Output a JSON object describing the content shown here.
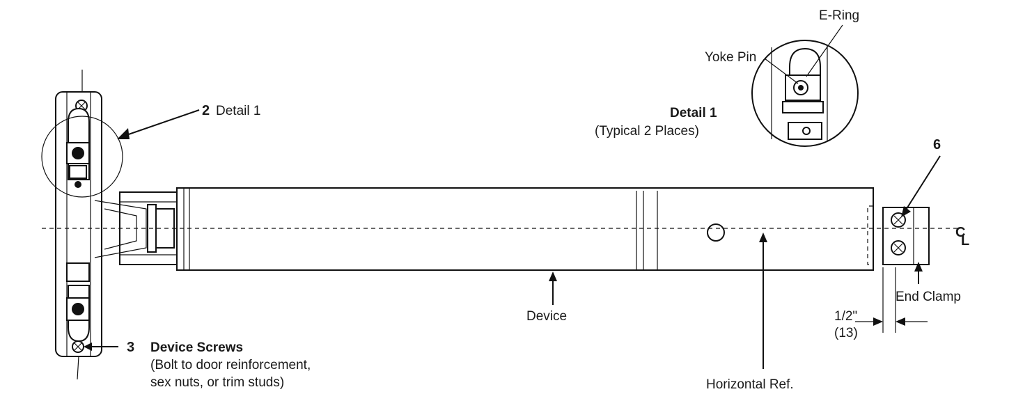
{
  "callouts": {
    "detail_ref": {
      "number": "2",
      "text": "Detail 1"
    },
    "device_screws": {
      "number": "3",
      "title": "Device Screws",
      "note_line1": "(Bolt to door reinforcement,",
      "note_line2": "sex nuts, or trim studs)"
    },
    "end_clamp_screw": {
      "number": "6"
    },
    "device": "Device",
    "horizontal_ref": "Horizontal Ref.",
    "end_clamp": "End Clamp",
    "centerline_c": "C",
    "centerline_l": "L"
  },
  "detail": {
    "title": "Detail 1",
    "subtitle": "(Typical 2 Places)",
    "yoke_pin": "Yoke Pin",
    "e_ring": "E-Ring"
  },
  "dimension": {
    "imperial": "1/2\"",
    "metric": "(13)"
  }
}
